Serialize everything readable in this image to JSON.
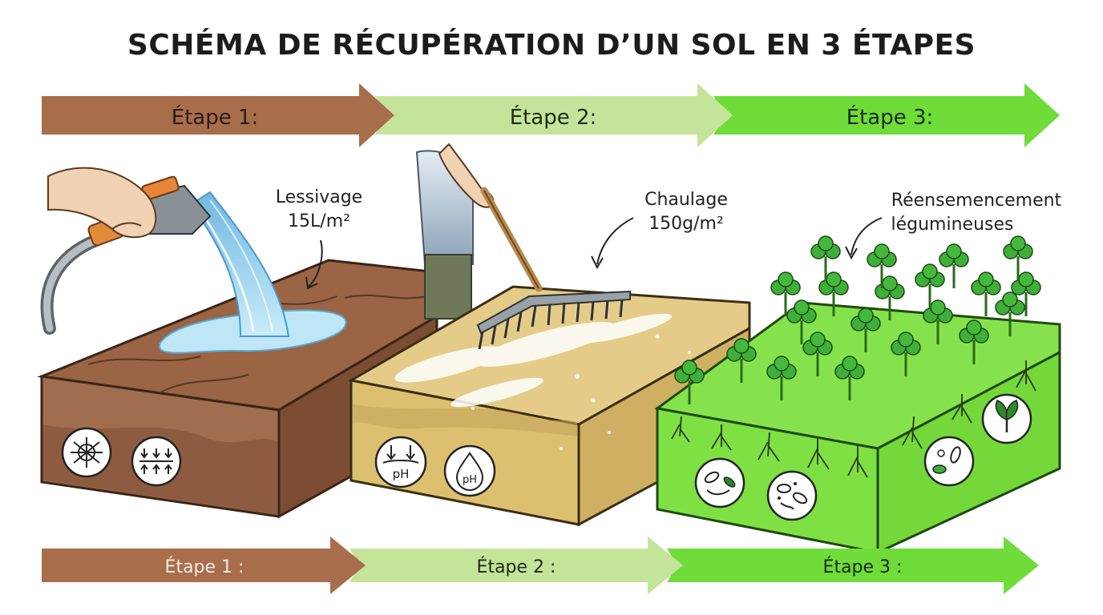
{
  "title": "SCHÉMA DE RÉCUPÉRATION D’UN SOL EN 3 ÉTAPES",
  "colors": {
    "step1": "#a86e4c",
    "step2": "#c4e49a",
    "step3": "#6fdc3a",
    "soil_dark": "#8b5a3c",
    "lime_soil": "#e2c77a",
    "grass": "#7ee043",
    "water": "#8fd0ec"
  },
  "top_arrows": [
    {
      "label": "Étape 1:"
    },
    {
      "label": "Étape 2:"
    },
    {
      "label": "Étape 3:"
    }
  ],
  "bottom_arrows": [
    {
      "label": "Étape 1 :"
    },
    {
      "label": "Étape 2 :"
    },
    {
      "label": "Étape 3 :"
    }
  ],
  "annotations": {
    "step1": [
      "Lessivage",
      "15L/m²"
    ],
    "step2": [
      "Chaulage",
      "150g/m²"
    ],
    "step3": [
      "Réensemencement",
      "légumineuses"
    ]
  },
  "icons": {
    "step1": [
      "soil-structure-icon",
      "compaction-icon"
    ],
    "step2": [
      "ph-lowering-icon",
      "ph-drop-icon"
    ],
    "step3": [
      "bacteria-icon",
      "microbes-icon",
      "root-nodule-icon",
      "sprout-icon"
    ]
  },
  "icon_text": {
    "ph": "pH"
  }
}
